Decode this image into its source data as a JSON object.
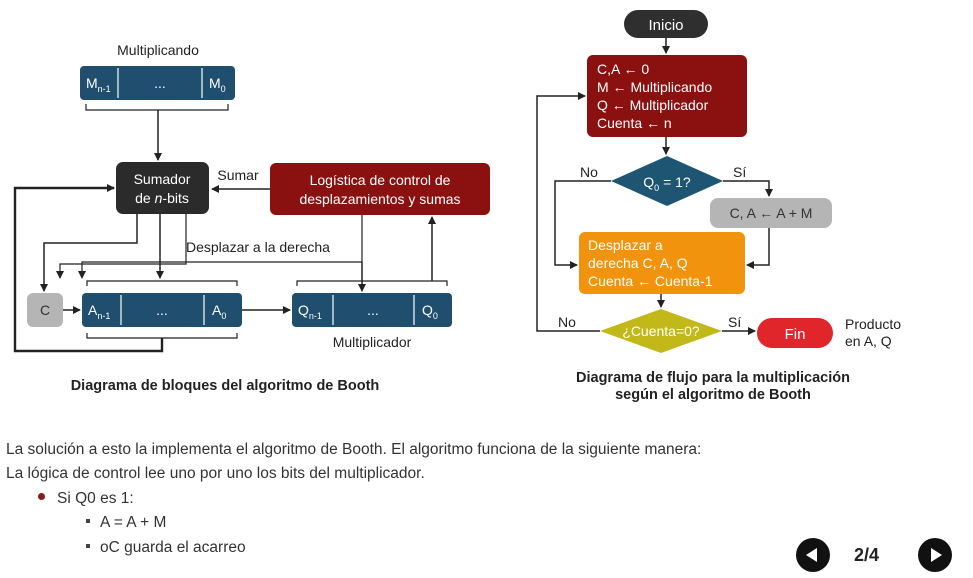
{
  "block_diagram": {
    "multiplicando_label": "Multiplicando",
    "m_cells": [
      "M",
      "...",
      "M"
    ],
    "m_subs": [
      "n-1",
      "",
      "0"
    ],
    "sumador_line1": "Sumador",
    "sumador_line2_pre": "de ",
    "sumador_line2_italic": "n",
    "sumador_line2_post": "-bits",
    "sumar_label": "Sumar",
    "logica_line1": "Logística de control de",
    "logica_line2": "desplazamientos y sumas",
    "desplazar_label": "Desplazar a la derecha",
    "c_label": "C",
    "a_cells": [
      "A",
      "...",
      "A"
    ],
    "a_subs": [
      "n-1",
      "",
      "0"
    ],
    "q_cells": [
      "Q",
      "...",
      "Q"
    ],
    "q_subs": [
      "n-1",
      "",
      "0"
    ],
    "multiplicador_label": "Multiplicador",
    "caption": "Diagrama de bloques del algoritmo de Booth"
  },
  "flowchart": {
    "inicio": "Inicio",
    "init_lines": [
      "C,A ← 0",
      "M ← Multiplicando",
      "Q ← Multiplicador",
      "Cuenta ← n"
    ],
    "q0_pre": "Q",
    "q0_sub": "0",
    "q0_post": " = 1?",
    "no1": "No",
    "si1": "Sí",
    "add_step": "C, A ← A + M",
    "shift_lines": [
      "Desplazar a",
      "derecha C, A, Q",
      "Cuenta ← Cuenta-1"
    ],
    "no2": "No",
    "si2": "Sí",
    "cuenta_check": "¿Cuenta=0?",
    "fin": "Fin",
    "producto_line1": "Producto",
    "producto_line2": "en A, Q",
    "caption_line1": "Diagrama de flujo para la multiplicación",
    "caption_line2": "según el algoritmo de Booth"
  },
  "body": {
    "para1": "La solución a esto la implementa el algoritmo de Booth. El algoritmo funciona de la siguiente manera:",
    "para2": "La lógica de control lee uno por uno los bits del multiplicador.",
    "bullet1": "Si Q0 es 1:",
    "sub1": "A = A + M",
    "sub2": "oC guarda el acarreo"
  },
  "pager": {
    "label": "2/4",
    "prev_icon": "previous-arrow-icon",
    "next_icon": "next-arrow-icon"
  },
  "colors": {
    "register_blue": "#1f4e6e",
    "control_red": "#8b1111",
    "adder_dark": "#2b2b2b",
    "gray_box": "#b5b5b5",
    "decision_teal": "#1d5573",
    "shift_orange": "#f2930d",
    "check_olive": "#c2b81a",
    "fin_red": "#e0252b",
    "inicio_dark": "#2f2f2f"
  }
}
